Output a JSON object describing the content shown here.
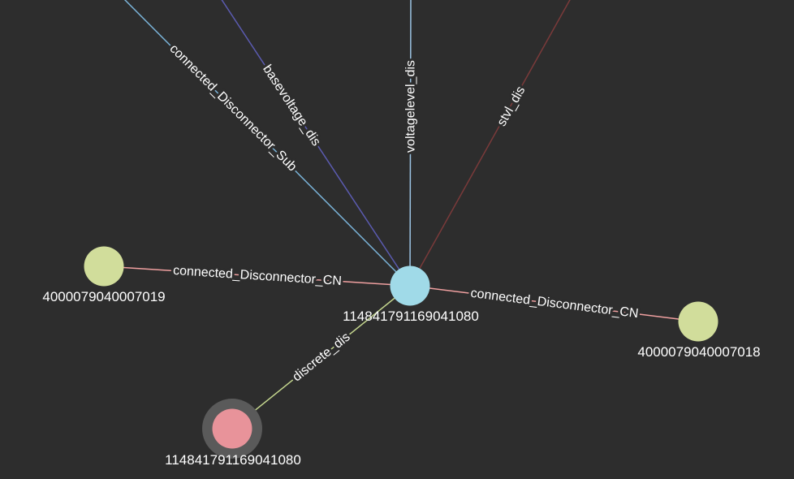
{
  "graph": {
    "background": "#2d2d2d",
    "nodes": [
      {
        "id": "center",
        "label": "114841791169041080",
        "color": "#a0dae8",
        "selected": false
      },
      {
        "id": "left",
        "label": "4000079040007019",
        "color": "#d1dd9b",
        "selected": false
      },
      {
        "id": "right",
        "label": "4000079040007018",
        "color": "#d1dd9b",
        "selected": false
      },
      {
        "id": "bottom",
        "label": "114841791169041080",
        "color": "#e8939a",
        "selected": true,
        "halo_color": "#5a5a5a"
      }
    ],
    "edges": [
      {
        "id": "e1",
        "label": "connected_Disconnector_Sub",
        "color": "#7ab3d8",
        "from": "center",
        "to": "offscreen-top-left"
      },
      {
        "id": "e2",
        "label": "basevoltage_dis",
        "color": "#5b5bb0",
        "from": "center",
        "to": "offscreen-top-left-2"
      },
      {
        "id": "e3",
        "label": "voltagelevel_dis",
        "color": "#9cc4e4",
        "from": "center",
        "to": "offscreen-top"
      },
      {
        "id": "e4",
        "label": "stvl_dis",
        "color": "#7a3a3a",
        "from": "center",
        "to": "offscreen-top-right"
      },
      {
        "id": "e5",
        "label": "connected_Disconnector_CN",
        "color": "#f0a0a0",
        "from": "center",
        "to": "left"
      },
      {
        "id": "e6",
        "label": "connected_Disconnector_CN",
        "color": "#f0a0a0",
        "from": "center",
        "to": "right"
      },
      {
        "id": "e7",
        "label": "discrete_dis",
        "color": "#c4d68e",
        "from": "center",
        "to": "bottom"
      }
    ]
  }
}
